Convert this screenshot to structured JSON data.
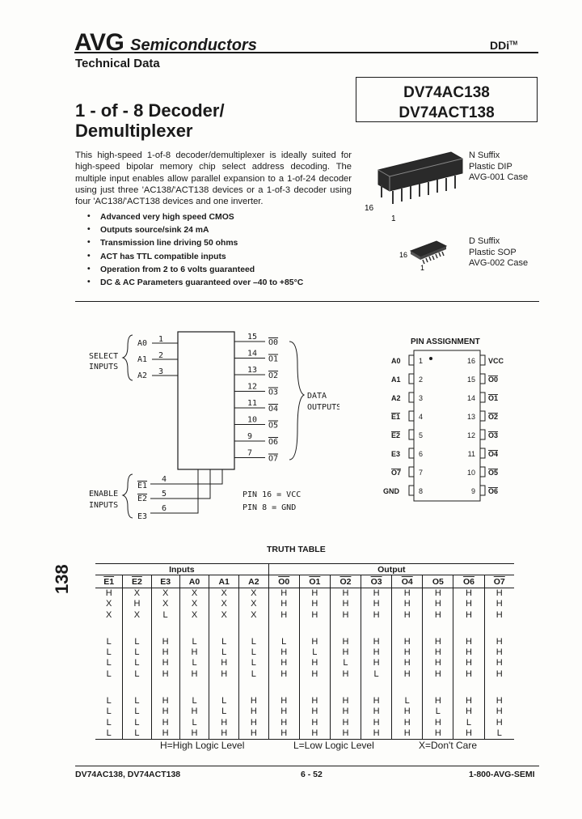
{
  "header": {
    "brand": "AVG",
    "brand_sub": "Semiconductors",
    "technical_data": "Technical Data",
    "logo": "DDi",
    "logo_tm": "TM"
  },
  "part_numbers": [
    "DV74AC138",
    "DV74ACT138"
  ],
  "title": [
    "1 - of - 8 Decoder/",
    "Demultiplexer"
  ],
  "description": "This high-speed 1-of-8 decoder/demultiplexer is ideally suited for high-speed bipolar memory chip select address decoding. The multiple input enables allow parallel expansion to a 1-of-24 decoder using just three 'AC138/'ACT138 devices or a 1-of-3 decoder using four 'AC138/'ACT138 devices and one inverter.",
  "features": [
    "Advanced very high speed CMOS",
    "Outputs source/sink 24 mA",
    "Transmission line driving 50 ohms",
    "ACT has TTL compatible inputs",
    "Operation from 2 to 6 volts guaranteed",
    "DC & AC Parameters guaranteed over –40 to +85°C"
  ],
  "packages": {
    "n_suffix": [
      "N Suffix",
      "Plastic DIP",
      "AVG-001 Case"
    ],
    "n_pin_labels": [
      "16",
      "1"
    ],
    "d_suffix": [
      "D Suffix",
      "Plastic SOP",
      "AVG-002 Case"
    ],
    "d_pin_labels": [
      "16",
      "1"
    ]
  },
  "logic_diagram": {
    "select_label": [
      "SELECT",
      "INPUTS"
    ],
    "enable_label": [
      "ENABLE",
      "INPUTS"
    ],
    "data_outputs_label": [
      "DATA",
      "OUTPUTS"
    ],
    "select_inputs": [
      {
        "name": "A0",
        "pin": "1"
      },
      {
        "name": "A1",
        "pin": "2"
      },
      {
        "name": "A2",
        "pin": "3"
      }
    ],
    "enable_inputs": [
      {
        "name": "E1",
        "pin": "4"
      },
      {
        "name": "E2",
        "pin": "5"
      },
      {
        "name": "E3",
        "pin": "6"
      }
    ],
    "outputs": [
      {
        "name": "O0",
        "pin": "15"
      },
      {
        "name": "O1",
        "pin": "14"
      },
      {
        "name": "O2",
        "pin": "13"
      },
      {
        "name": "O3",
        "pin": "12"
      },
      {
        "name": "O4",
        "pin": "11"
      },
      {
        "name": "O5",
        "pin": "10"
      },
      {
        "name": "O6",
        "pin": "9"
      },
      {
        "name": "O7",
        "pin": "7"
      }
    ],
    "power_notes": [
      "PIN 16 = VCC",
      "PIN  8  = GND"
    ]
  },
  "pin_assignment": {
    "title": "PIN ASSIGNMENT",
    "left": [
      {
        "pin": "1",
        "name": "A0"
      },
      {
        "pin": "2",
        "name": "A1"
      },
      {
        "pin": "3",
        "name": "A2"
      },
      {
        "pin": "4",
        "name": "E1"
      },
      {
        "pin": "5",
        "name": "E2"
      },
      {
        "pin": "6",
        "name": "E3"
      },
      {
        "pin": "7",
        "name": "O7"
      },
      {
        "pin": "8",
        "name": "GND"
      }
    ],
    "right": [
      {
        "pin": "16",
        "name": "VCC"
      },
      {
        "pin": "15",
        "name": "O0"
      },
      {
        "pin": "14",
        "name": "O1"
      },
      {
        "pin": "13",
        "name": "O2"
      },
      {
        "pin": "12",
        "name": "O3"
      },
      {
        "pin": "11",
        "name": "O4"
      },
      {
        "pin": "10",
        "name": "O5"
      },
      {
        "pin": "9",
        "name": "O6"
      }
    ]
  },
  "sidebar_number": "138",
  "truth_table": {
    "title": "TRUTH TABLE",
    "group_inputs": "Inputs",
    "group_output": "Output",
    "columns": [
      "E1",
      "E2",
      "E3",
      "A0",
      "A1",
      "A2",
      "O0",
      "O1",
      "O2",
      "O3",
      "O4",
      "O5",
      "O6",
      "O7"
    ],
    "overlined": [
      true,
      true,
      false,
      false,
      false,
      false,
      true,
      true,
      true,
      true,
      true,
      false,
      true,
      true
    ],
    "groups": [
      [
        [
          "H",
          "X",
          "X",
          "X",
          "X",
          "X",
          "H",
          "H",
          "H",
          "H",
          "H",
          "H",
          "H",
          "H"
        ],
        [
          "X",
          "H",
          "X",
          "X",
          "X",
          "X",
          "H",
          "H",
          "H",
          "H",
          "H",
          "H",
          "H",
          "H"
        ],
        [
          "X",
          "X",
          "L",
          "X",
          "X",
          "X",
          "H",
          "H",
          "H",
          "H",
          "H",
          "H",
          "H",
          "H"
        ]
      ],
      [
        [
          "L",
          "L",
          "H",
          "L",
          "L",
          "L",
          "L",
          "H",
          "H",
          "H",
          "H",
          "H",
          "H",
          "H"
        ],
        [
          "L",
          "L",
          "H",
          "H",
          "L",
          "L",
          "H",
          "L",
          "H",
          "H",
          "H",
          "H",
          "H",
          "H"
        ],
        [
          "L",
          "L",
          "H",
          "L",
          "H",
          "L",
          "H",
          "H",
          "L",
          "H",
          "H",
          "H",
          "H",
          "H"
        ],
        [
          "L",
          "L",
          "H",
          "H",
          "H",
          "L",
          "H",
          "H",
          "H",
          "L",
          "H",
          "H",
          "H",
          "H"
        ]
      ],
      [
        [
          "L",
          "L",
          "H",
          "L",
          "L",
          "H",
          "H",
          "H",
          "H",
          "H",
          "L",
          "H",
          "H",
          "H"
        ],
        [
          "L",
          "L",
          "H",
          "H",
          "L",
          "H",
          "H",
          "H",
          "H",
          "H",
          "H",
          "L",
          "H",
          "H"
        ],
        [
          "L",
          "L",
          "H",
          "L",
          "H",
          "H",
          "H",
          "H",
          "H",
          "H",
          "H",
          "H",
          "L",
          "H"
        ],
        [
          "L",
          "L",
          "H",
          "H",
          "H",
          "H",
          "H",
          "H",
          "H",
          "H",
          "H",
          "H",
          "H",
          "L"
        ]
      ]
    ],
    "legend": [
      "H=High Logic Level",
      "L=Low Logic Level",
      "X=Don't Care"
    ]
  },
  "footer": {
    "left": "DV74AC138, DV74ACT138",
    "center": "6 - 52",
    "right": "1-800-AVG-SEMI"
  }
}
